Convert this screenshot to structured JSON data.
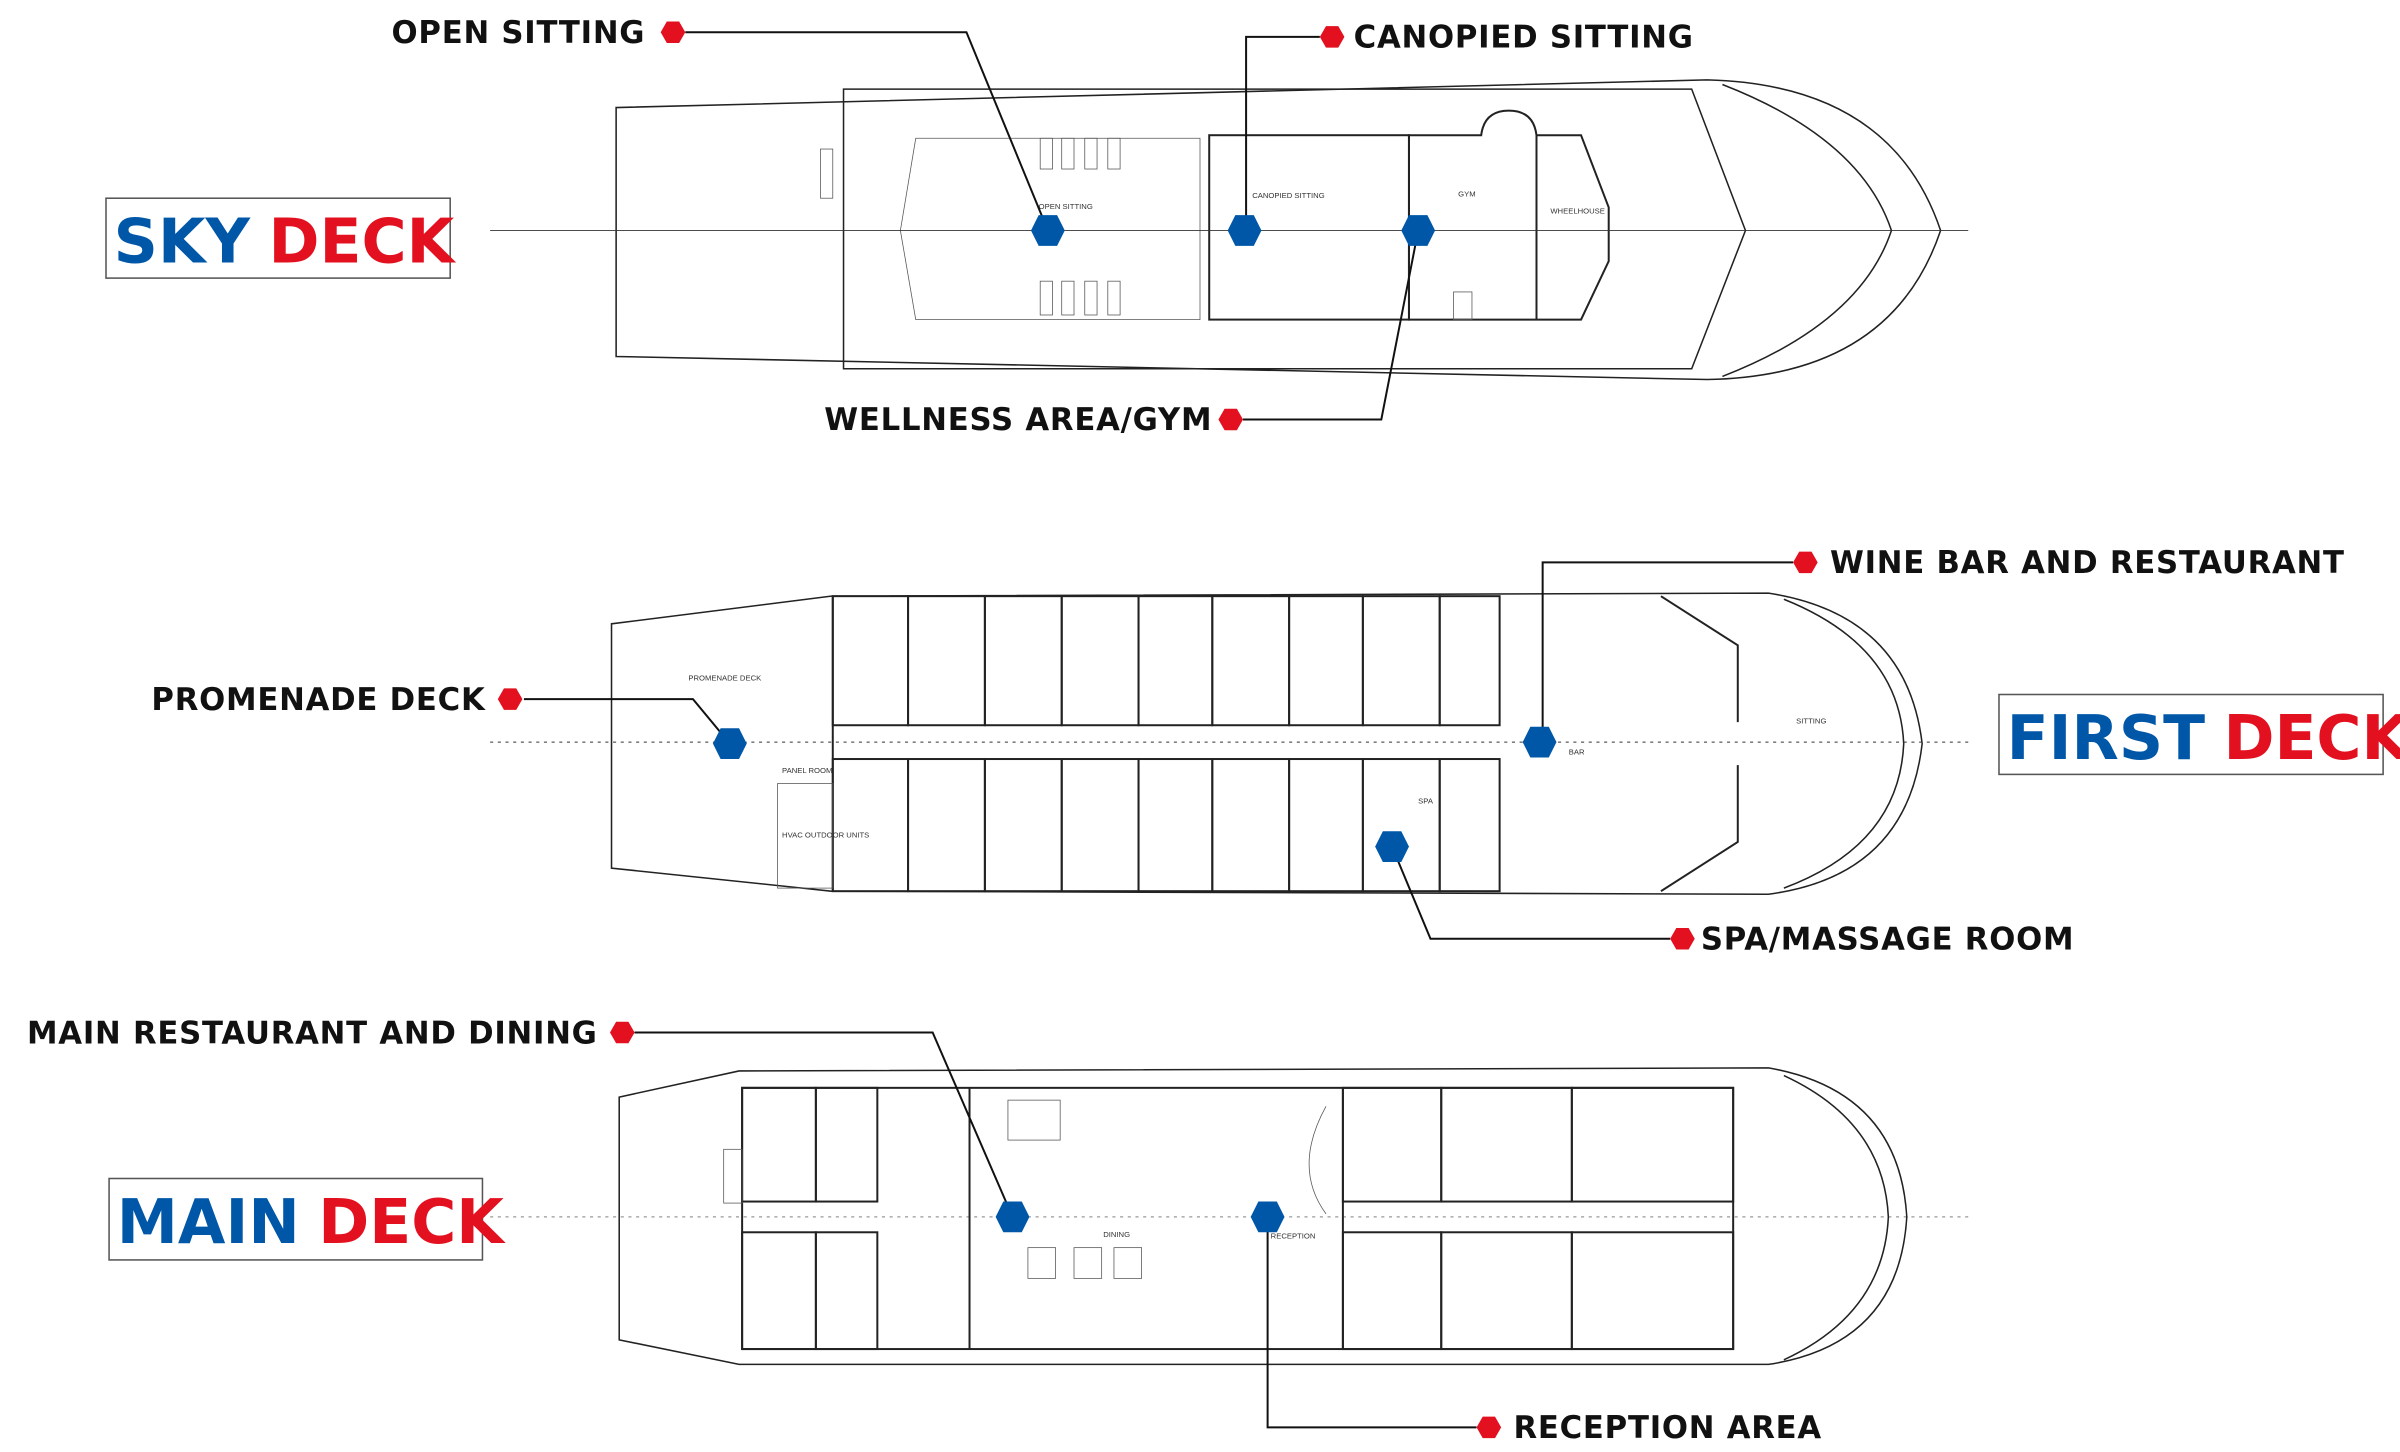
{
  "colors": {
    "blue": "#0057a8",
    "red": "#e3101f",
    "line": "#111111"
  },
  "decks": {
    "sky": {
      "word1": "SKY",
      "word2": "DECK"
    },
    "first": {
      "word1": "FIRST",
      "word2": "DECK"
    },
    "main": {
      "word1": "MAIN",
      "word2": "DECK"
    }
  },
  "callouts": {
    "open_sitting": "OPEN SITTING",
    "canopied_sitting": "CANOPIED SITTING",
    "wellness": "WELLNESS AREA/GYM",
    "promenade": "PROMENADE DECK",
    "wine_bar": "WINE BAR AND RESTAURANT",
    "spa": "SPA/MASSAGE ROOM",
    "main_restaurant": "MAIN RESTAURANT AND DINING",
    "reception": "RECEPTION AREA"
  },
  "plan_labels": {
    "open_sitting": "OPEN SITTING",
    "canopied_sitting": "CANOPIED SITTING",
    "gym": "GYM",
    "wheelhouse": "WHEELHOUSE",
    "promenade": "PROMENADE DECK",
    "bar": "BAR",
    "sitting": "SITTING",
    "panel_room": "PANEL ROOM",
    "hvac": "HVAC OUTDOOR UNITS",
    "spa": "SPA",
    "dining": "DINING",
    "reception": "RECEPTION"
  }
}
